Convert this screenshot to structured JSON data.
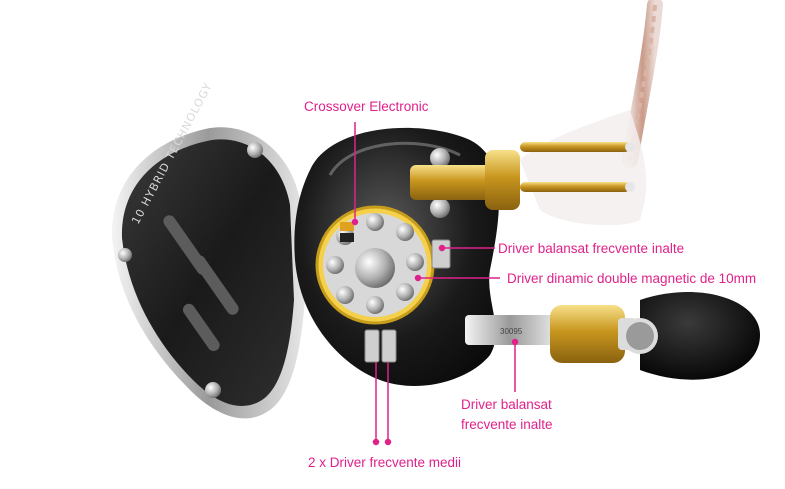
{
  "faceplate": {
    "engraving": "10 HYBRID TECHNOLOGY"
  },
  "driver_marking": "30095",
  "labels": {
    "crossover": "Crossover Electronic",
    "ba_high_top": "Driver balansat  frecvente inalte",
    "dynamic": "Driver dinamic double magnetic de 10mm",
    "ba_high_bottom_line1": "Driver balansat",
    "ba_high_bottom_line2": "frecvente inalte",
    "ba_mid": "2 x Driver frecvente medii"
  },
  "colors": {
    "label": "#e0218a",
    "gold": "#d4a82a",
    "shell": "#1b1b1b",
    "silver": "#b8b8b8"
  }
}
